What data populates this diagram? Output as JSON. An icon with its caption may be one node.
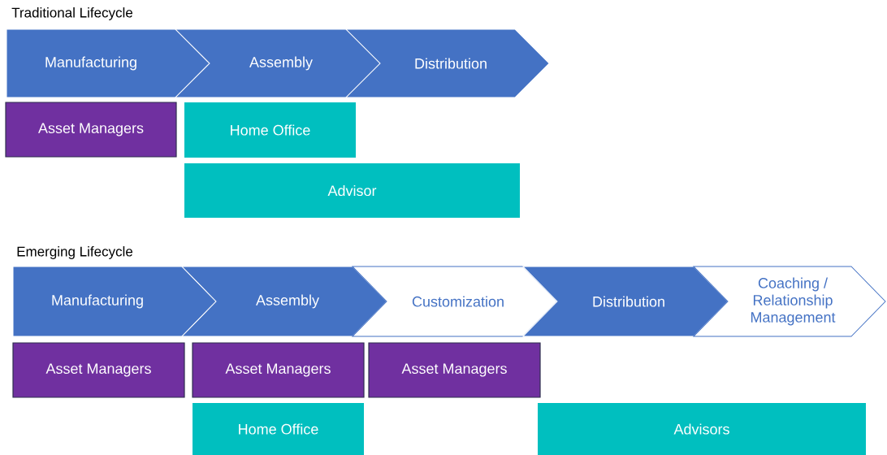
{
  "diagram": {
    "nodes": [
      {
        "text": [
          "Manufacturing"
        ]
      },
      {
        "text": [
          "Assembly"
        ]
      },
      {
        "text": [
          "Distribution"
        ]
      },
      {
        "text": [
          "Asset Managers"
        ]
      },
      {
        "text": [
          "Home Office"
        ]
      },
      {
        "text": [
          "Advisor"
        ]
      },
      {
        "text": [
          "Manufacturing"
        ]
      },
      {
        "text": [
          "Assembly"
        ]
      },
      {
        "text": [
          "Customization"
        ]
      },
      {
        "text": [
          "Distribution"
        ]
      },
      {
        "text": [
          "Coaching / Relationship Management"
        ]
      },
      {
        "text": [
          "Asset Managers"
        ]
      },
      {
        "text": [
          "Asset Managers"
        ]
      },
      {
        "text": [
          "Asset Managers"
        ]
      },
      {
        "text": [
          "Home Office"
        ]
      },
      {
        "text": [
          "Advisors"
        ]
      }
    ],
    "edges": [],
    "labels": [
      "Traditional Lifecycle",
      "Emerging Lifecycle"
    ]
  }
}
